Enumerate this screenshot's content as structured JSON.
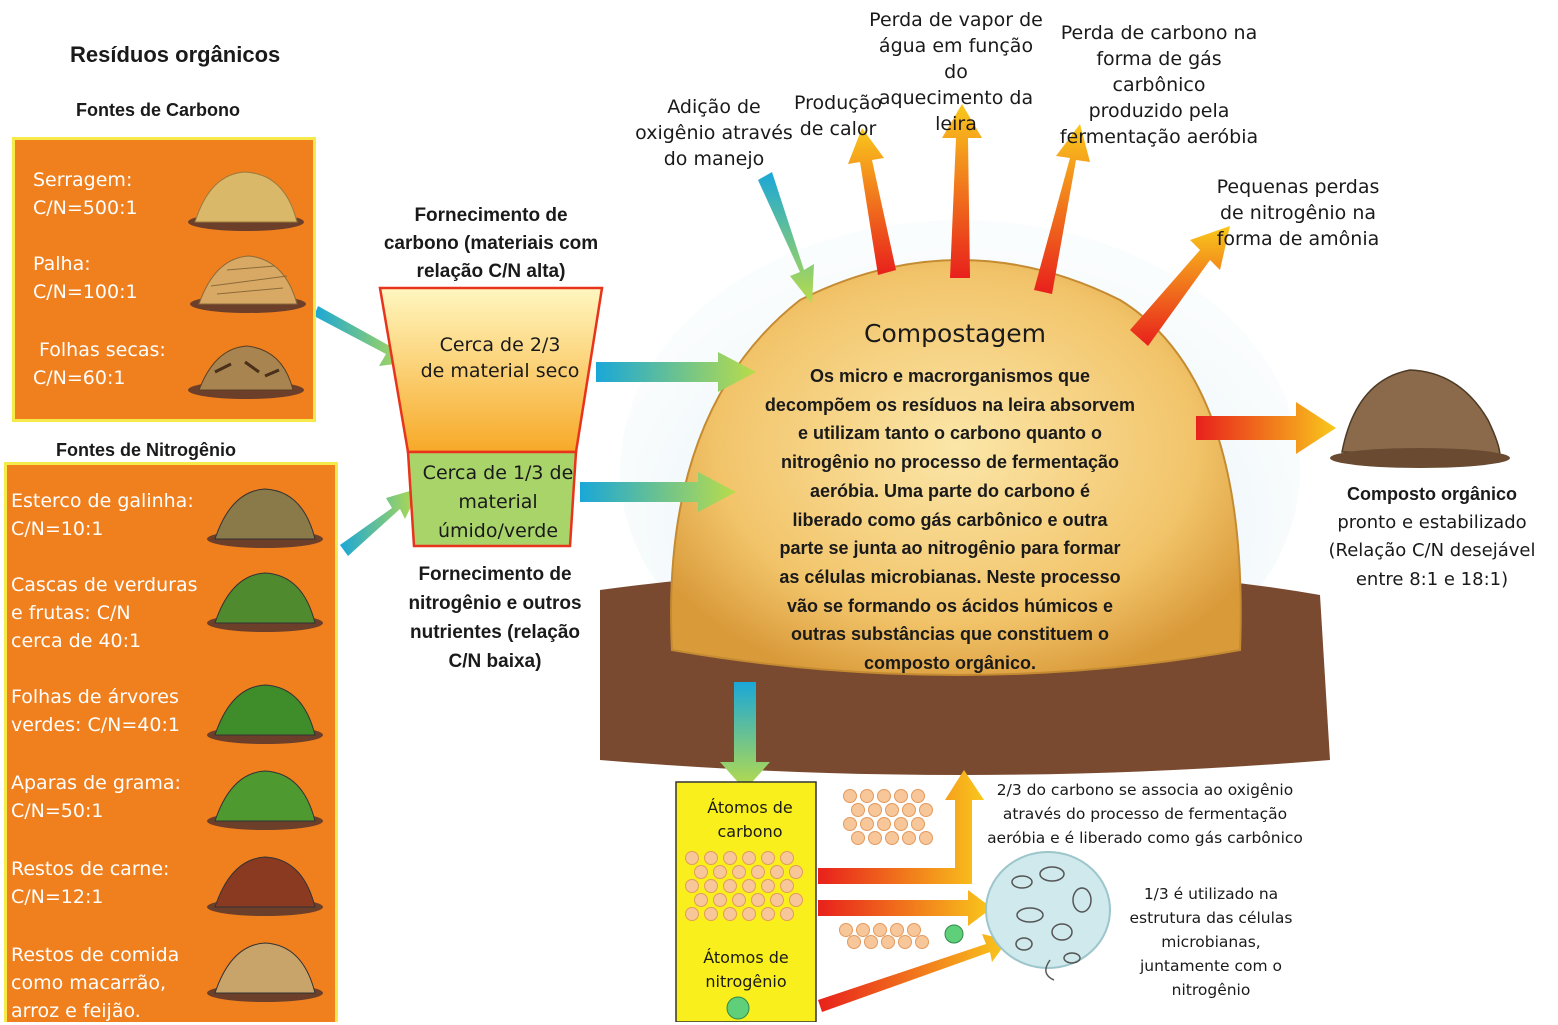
{
  "title": "Resíduos orgânicos",
  "carbon_sources": {
    "heading": "Fontes de Carbono",
    "items": [
      {
        "name": "Serragem:",
        "ratio": "C/N=500:1",
        "icon": "sawdust-pile-icon",
        "color": "#d9b86a"
      },
      {
        "name": "Palha:",
        "ratio": "C/N=100:1",
        "icon": "straw-pile-icon",
        "color": "#d8a964"
      },
      {
        "name": "Folhas secas:",
        "ratio": "C/N=60:1",
        "icon": "dry-leaves-pile-icon",
        "color": "#8a6a3a"
      }
    ]
  },
  "nitrogen_sources": {
    "heading": "Fontes de Nitrogênio",
    "items": [
      {
        "line1": "Esterco de galinha:",
        "line2": "C/N=10:1",
        "line3": "",
        "icon": "manure-pile-icon",
        "color": "#8a7a4a"
      },
      {
        "line1": "Cascas de verduras",
        "line2": "e frutas: C/N",
        "line3": "cerca de 40:1",
        "icon": "vegetable-scraps-icon",
        "color": "#4f8a2e"
      },
      {
        "line1": "Folhas de árvores",
        "line2": "verdes: C/N=40:1",
        "line3": "",
        "icon": "green-leaves-pile-icon",
        "color": "#3f8c2a"
      },
      {
        "line1": "Aparas de grama:",
        "line2": "C/N=50:1",
        "line3": "",
        "icon": "grass-clippings-icon",
        "color": "#4e9a30"
      },
      {
        "line1": "Restos de carne:",
        "line2": "C/N=12:1",
        "line3": "",
        "icon": "meat-scraps-icon",
        "color": "#8b3a22"
      },
      {
        "line1": "Restos de comida",
        "line2": "como macarrão,",
        "line3": "arroz e feijão.",
        "icon": "food-scraps-pile-icon",
        "color": "#c9a46a"
      }
    ]
  },
  "supply_carbon": {
    "line1": "Fornecimento de",
    "line2": "carbono (materiais com",
    "line3": "relação C/N alta)"
  },
  "supply_nitrogen": {
    "line1": "Fornecimento de",
    "line2": "nitrogênio e outros",
    "line3": "nutrientes (relação",
    "line4": "C/N baixa)"
  },
  "mix": {
    "dry": {
      "line1": "Cerca de 2/3",
      "line2": "de material seco"
    },
    "wet": {
      "line1": "Cerca de 1/3 de",
      "line2": "material",
      "line3": "úmido/verde"
    }
  },
  "outputs": {
    "oxygen": {
      "line1": "Adição de",
      "line2": "oxigênio através",
      "line3": "do manejo"
    },
    "heat": {
      "line1": "Produção",
      "line2": "de calor"
    },
    "vapor": {
      "line1": "Perda de vapor de",
      "line2": "água em função do",
      "line3": "aquecimento da",
      "line4": "leira"
    },
    "co2": {
      "line1": "Perda de carbono na",
      "line2": "forma de gás carbônico",
      "line3": "produzido pela",
      "line4": "fermentação aeróbia"
    },
    "ammonia": {
      "line1": "Pequenas perdas",
      "line2": "de nitrogênio na",
      "line3": "forma de amônia"
    }
  },
  "compost_pile": {
    "title": "Compostagem",
    "lines": [
      "Os micro e macrorganismos que",
      "decompõem os resíduos na leira absorvem",
      "e utilizam tanto o carbono quanto o",
      "nitrogênio no processo de fermentação",
      "aeróbia. Uma parte do carbono é",
      "liberado como gás carbônico e outra",
      "parte se junta ao nitrogênio para formar",
      "as células microbianas. Neste processo",
      "vão se formando os ácidos húmicos e",
      "outras substâncias que constituem o",
      "composto orgânico."
    ]
  },
  "result": {
    "line1": "Composto orgânico",
    "line2": "pronto e estabilizado",
    "line3": "(Relação C/N desejável",
    "line4": "entre  8:1 e 18:1)"
  },
  "atoms": {
    "carbon_label1": "Átomos de",
    "carbon_label2": "carbono",
    "nitrogen_label1": "Átomos de",
    "nitrogen_label2": "nitrogênio"
  },
  "fates": {
    "co2": {
      "line1": "2/3 do carbono se associa ao oxigênio",
      "line2": "através do processo de fermentação",
      "line3": "aeróbia e é liberado como gás carbônico"
    },
    "cells": {
      "line1": "1/3 é utilizado na",
      "line2": "estrutura das células",
      "line3": "microbianas,",
      "line4": "juntamente com o",
      "line5": "nitrogênio"
    }
  },
  "colors": {
    "panel": "#f07f1e",
    "panel_border": "#f6ea4a",
    "atom_box": "#f8ef1c",
    "carbon_atom": "#f7c79a",
    "nitrogen_atom": "#5fcf7a"
  }
}
